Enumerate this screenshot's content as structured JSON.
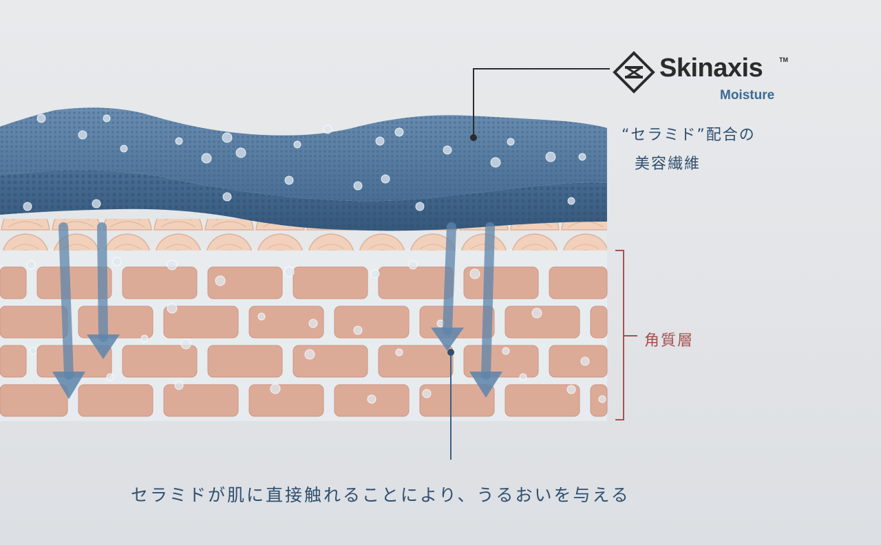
{
  "brand": {
    "name": "Skinaxis",
    "trademark": "TM",
    "subtitle": "Moisture",
    "logo_icon": "diamond-logo-icon",
    "text_color": "#2b2b2b",
    "subtitle_color": "#3a6a93"
  },
  "labels": {
    "fiber_line1": "“セラミド”配合の",
    "fiber_line2": "美容繊維",
    "stratum_corneum": "角質層",
    "caption": "セラミドが肌に直接触れることにより、うるおいを与える"
  },
  "colors": {
    "fabric": "#4f7398",
    "fabric_dark": "#3d5f82",
    "brick": "#dba089",
    "mortar": "#eef1f3",
    "surface_cells": "#e9c1a8",
    "arrow": "#5d85ab",
    "bracket": "#a65050",
    "leader_line": "#2b2b2b",
    "caption_text": "#2f4f6e"
  }
}
